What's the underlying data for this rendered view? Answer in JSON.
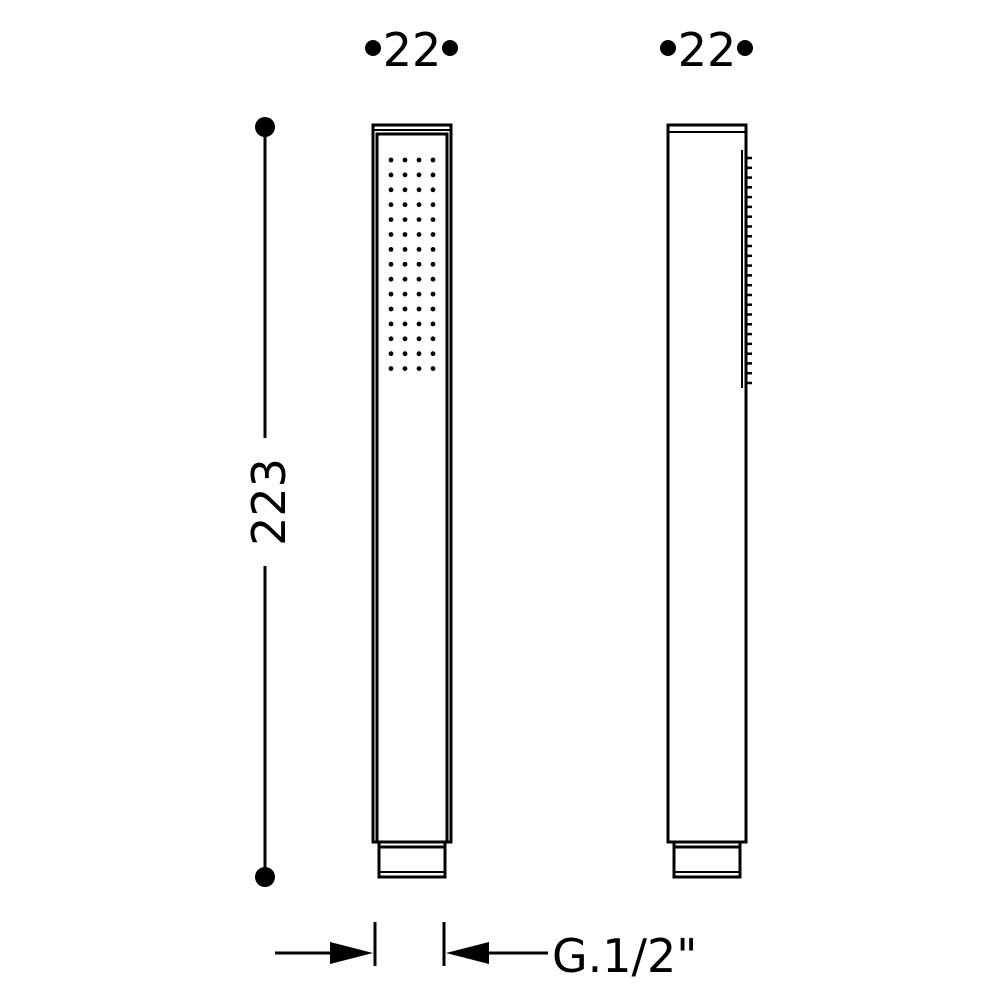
{
  "dimensions": {
    "front_width": "22",
    "side_width": "22",
    "height": "223",
    "connection": "G.1/2\""
  },
  "colors": {
    "line": "#000000",
    "background": "#ffffff"
  },
  "nozzle_grid": {
    "columns": 4,
    "rows": 15
  },
  "side_nozzles": {
    "count": 24
  }
}
